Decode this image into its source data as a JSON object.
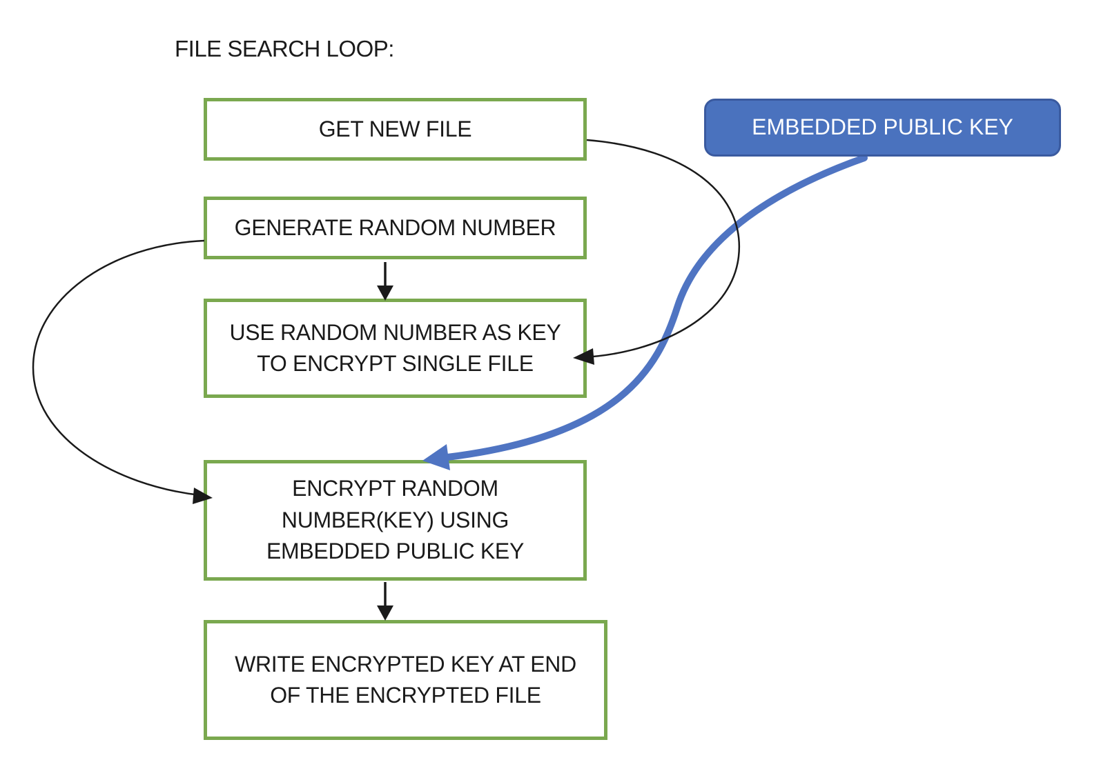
{
  "diagram": {
    "title": "FILE SEARCH LOOP:",
    "nodes": [
      {
        "id": "get-new-file",
        "label": "GET NEW FILE"
      },
      {
        "id": "generate-random-number",
        "label": "GENERATE RANDOM NUMBER"
      },
      {
        "id": "use-random-number",
        "label": "USE RANDOM NUMBER AS KEY\nTO ENCRYPT SINGLE FILE"
      },
      {
        "id": "encrypt-random-number",
        "label": "ENCRYPT RANDOM\nNUMBER(KEY) USING\nEMBEDDED PUBLIC KEY"
      },
      {
        "id": "write-encrypted-key",
        "label": "WRITE ENCRYPTED KEY AT END\nOF THE ENCRYPTED FILE"
      }
    ],
    "callout": {
      "id": "embedded-public-key",
      "label": "EMBEDDED PUBLIC KEY"
    },
    "edges": [
      {
        "from": "get-new-file",
        "to": "use-random-number",
        "style": "thin-black-curve-right"
      },
      {
        "from": "generate-random-number",
        "to": "use-random-number",
        "style": "thin-black-straight-down"
      },
      {
        "from": "generate-random-number",
        "to": "encrypt-random-number",
        "style": "thin-black-curve-left"
      },
      {
        "from": "embedded-public-key",
        "to": "encrypt-random-number",
        "style": "thick-blue-curve"
      },
      {
        "from": "encrypt-random-number",
        "to": "write-encrypted-key",
        "style": "thin-black-straight-down"
      }
    ],
    "colors": {
      "node_border_green": "#7aa84f",
      "callout_fill_blue": "#4a72be",
      "callout_border_blue": "#3a5a9f",
      "arrow_black": "#1a1a1a",
      "arrow_blue": "#4f74c2",
      "text_dark": "#1a1a1a",
      "text_light": "#ffffff",
      "background": "#ffffff"
    }
  }
}
